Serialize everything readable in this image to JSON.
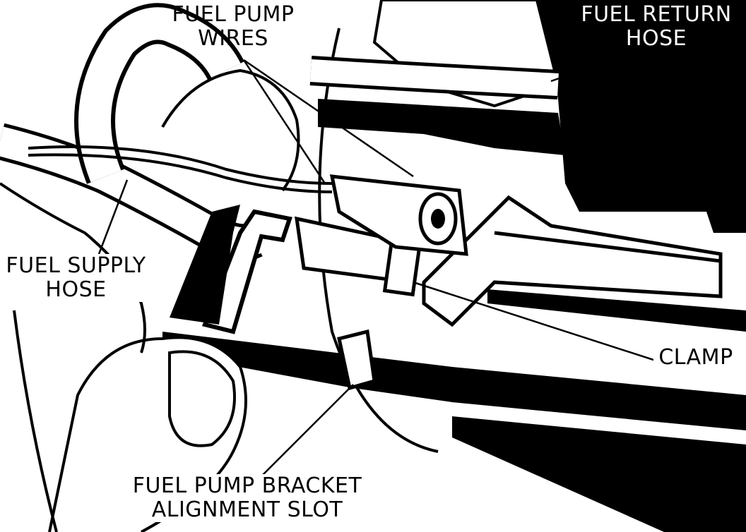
{
  "diagram": {
    "labels": {
      "fuel_pump_wires": [
        "FUEL PUMP",
        "WIRES"
      ],
      "fuel_return_hose": [
        "FUEL RETURN",
        "HOSE"
      ],
      "fuel_supply_hose": [
        "FUEL SUPPLY",
        "HOSE"
      ],
      "clamp": [
        "CLAMP"
      ],
      "bracket_slot": [
        "FUEL PUMP BRACKET",
        "ALIGNMENT SLOT"
      ]
    },
    "colors": {
      "ink": "#000000",
      "paper": "#ffffff"
    }
  }
}
